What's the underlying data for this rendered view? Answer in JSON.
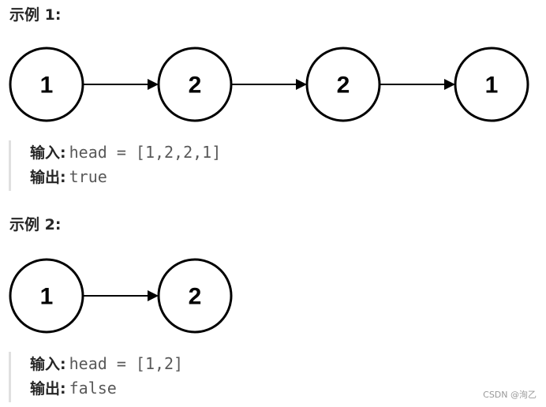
{
  "examples": [
    {
      "title": "示例 1:",
      "nodes": [
        "1",
        "2",
        "2",
        "1"
      ],
      "input_label": "输入:",
      "input_value": "head = [1,2,2,1]",
      "output_label": "输出:",
      "output_value": "true"
    },
    {
      "title": "示例 2:",
      "nodes": [
        "1",
        "2"
      ],
      "input_label": "输入:",
      "input_value": "head = [1,2]",
      "output_label": "输出:",
      "output_value": "false"
    }
  ],
  "watermark": "CSDN @洵乙"
}
